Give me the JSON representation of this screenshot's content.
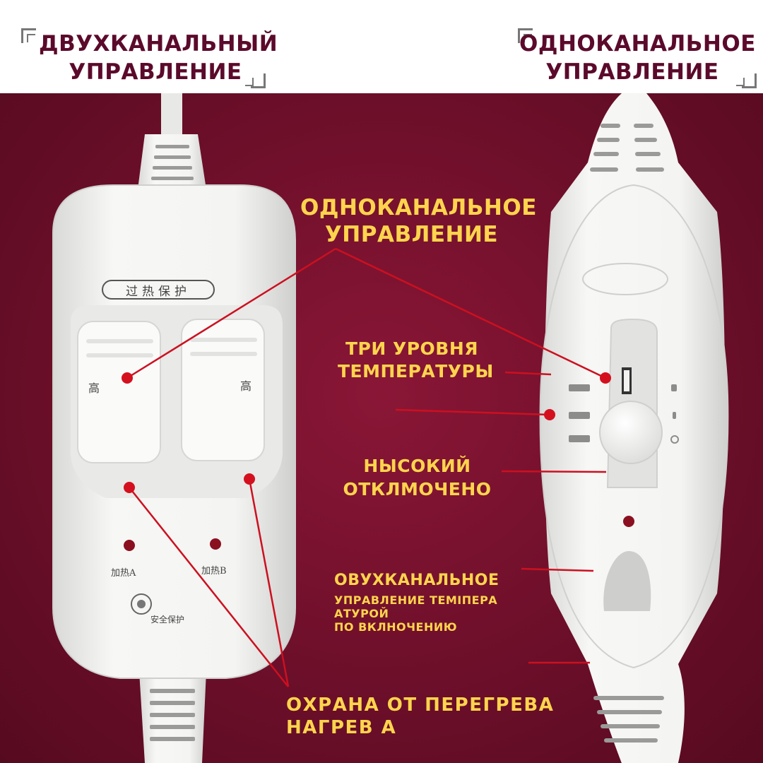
{
  "header": {
    "left_title": "ДВУХКАНАЛЬНЫЙ\nУПРАВЛЕНИЕ",
    "right_title": "ОДНОКАНАЛЬНОЕ\nУПРАВЛЕНИЕ"
  },
  "callouts": {
    "single_channel": "ОДНОКАНАЛЬНОЕ\nУПРАВЛЕНИЕ",
    "three_levels": "ТРИ УРОВНЯ\nТЕМПЕРАТУРЫ",
    "high_off": "НЫСОКИЙ\nОТКЛМОЧЕНО",
    "dual_channel_title": "ОВУХКАНАЛЬНОЕ",
    "dual_channel_subtitle": "УПРАВЛЕНИЕ ТЕМІПЕРА\nАТУРОЙ\nПО ВКЛНОЧЕНИЮ",
    "overheat": "ОХРАНА  ОТ  ПЕРЕГРЕВА\nНАГРЕВ  А"
  },
  "device_left": {
    "top_badge": "过热保护",
    "button_left_mark": "高",
    "button_right_mark": "高",
    "heat_a": "加热A",
    "heat_b": "加热B",
    "brand": "安全保护"
  },
  "colors": {
    "header_text": "#5b0a2b",
    "callout_text": "#ffd44d",
    "background": "#6d0f2a",
    "pointer": "#cc1020",
    "device": "#f2f2f0"
  }
}
